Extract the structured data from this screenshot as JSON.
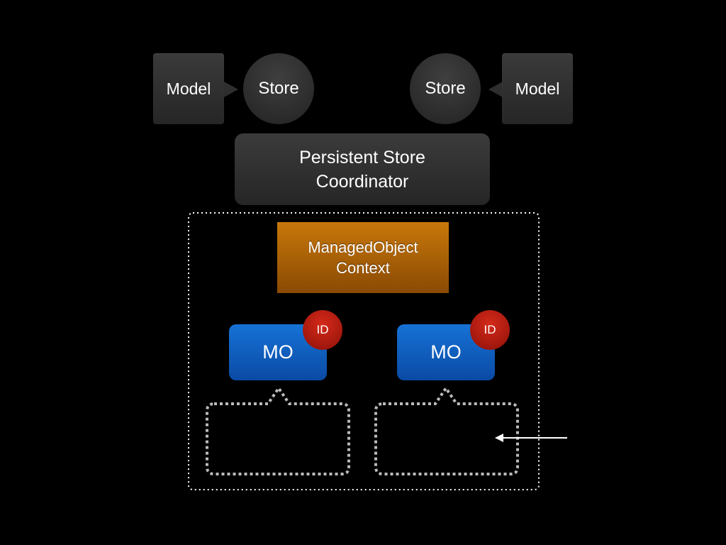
{
  "nodes": {
    "model_left": "Model",
    "store_left": "Store",
    "store_right": "Store",
    "model_right": "Model",
    "coordinator": [
      "Persistent Store",
      "Coordinator"
    ],
    "context": [
      "ManagedObject",
      "Context"
    ],
    "mo_left": "MO",
    "mo_left_id": "ID",
    "mo_right": "MO",
    "mo_right_id": "ID"
  },
  "colors": {
    "background": "#000000",
    "dark_node": "#2e2e2e",
    "context_orange": "#b0640a",
    "managed_object_blue": "#0f5fc4",
    "id_badge_red": "#b51c10",
    "dotted_outline": "#ffffff",
    "placeholder_outline": "#bbbbbb"
  }
}
